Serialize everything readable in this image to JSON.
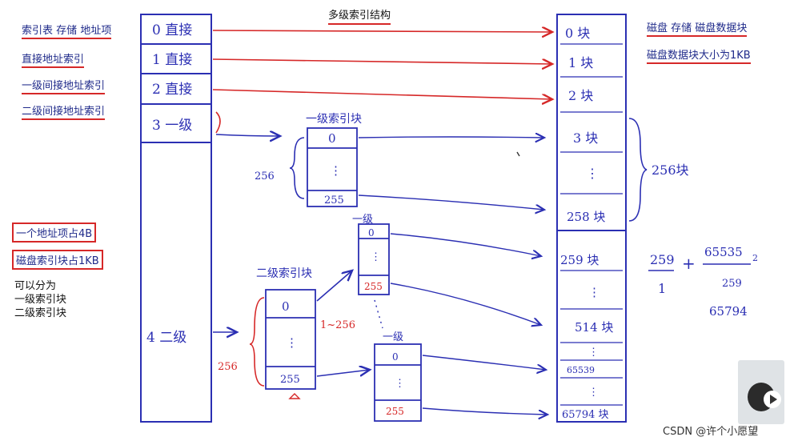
{
  "title": "多级索引结构",
  "left_labels": {
    "header": [
      "索引表",
      "存储",
      "地址项"
    ],
    "direct": "直接地址索引",
    "level1": "一级间接地址索引",
    "level2": "二级间接地址索引",
    "addr_item_size": "一个地址项占4B",
    "index_block_size": "磁盘索引块占1KB",
    "can_split": "可以分为",
    "level1_block": "一级索引块",
    "level2_block": "二级索引块"
  },
  "right_labels": {
    "header": [
      "磁盘",
      "存储",
      "磁盘数据块"
    ],
    "block_size": "磁盘数据块大小为1KB"
  },
  "index_table": [
    "0 直接",
    "1 直接",
    "2 直接",
    "3 一级",
    "4 二级"
  ],
  "level1_index_label": "一级索引块",
  "level1_index_cells": [
    "0",
    "⋮",
    "255"
  ],
  "level2_index_label": "二级索引块",
  "level2_index_cells": [
    "0",
    "⋮",
    "255"
  ],
  "level2_sub_label_a": "一级",
  "level2_sub_label_b": "一级",
  "level2_sub_cells": [
    "0",
    "⋮",
    "255"
  ],
  "brace_256_a": "256",
  "brace_256_b": "256",
  "range_label": "1~256",
  "disk_blocks": [
    "0 块",
    "1 块",
    "2 块",
    "3 块",
    "⋮",
    "258 块",
    "259 块",
    "⋮",
    "514 块",
    "⋮",
    "65539",
    "⋮",
    "65794 块"
  ],
  "disk_brace": "256块",
  "calc": {
    "num1": "259",
    "den1": "1",
    "plus": "+",
    "num2": "65535",
    "sup": "2",
    "den2": "259",
    "result": "65794"
  },
  "watermark": "CSDN @许个小愿望",
  "colors": {
    "blue": "#2b2fb3",
    "red": "#d62828",
    "text": "#1f2a8a"
  }
}
